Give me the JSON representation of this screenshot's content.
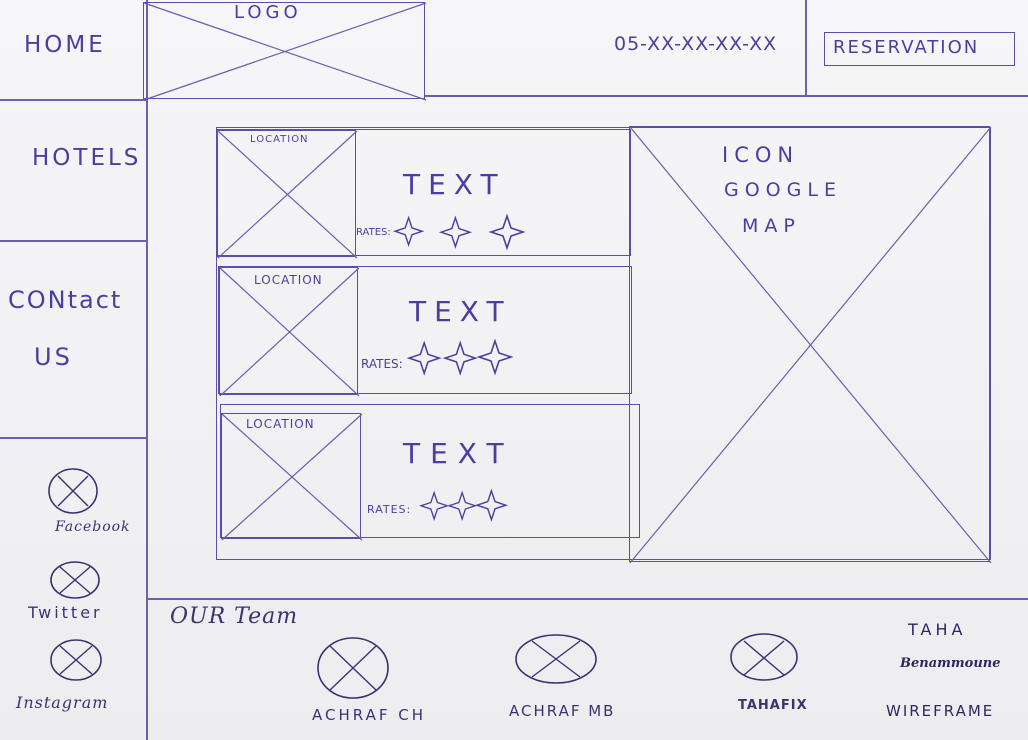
{
  "nav": {
    "home": "HOME",
    "hotels": "HOTELS",
    "contact_line1": "CONtact",
    "contact_line2": "US"
  },
  "header": {
    "logo_label": "LOGO",
    "phone": "05-XX-XX-XX-XX",
    "reservation": "RESERVATION"
  },
  "social": [
    {
      "label": "Facebook"
    },
    {
      "label": "Twitter"
    },
    {
      "label": "Instagram"
    }
  ],
  "hotels": [
    {
      "location": "LOCATION",
      "title": "TEXT",
      "rates_label": "RATES:",
      "stars": 3
    },
    {
      "location": "LOCATION",
      "title": "TEXT",
      "rates_label": "RATES:",
      "stars": 3
    },
    {
      "location": "LOCATION",
      "title": "TEXT",
      "rates_label": "RATES:",
      "stars": 3
    }
  ],
  "map": {
    "line1": "ICON",
    "line2": "GOOGLE",
    "line3": "MAP"
  },
  "team": {
    "heading": "OUR Team",
    "members": [
      {
        "name": "ACHRAF CH"
      },
      {
        "name": "ACHRAF MB"
      },
      {
        "name": "TAHAFIX"
      }
    ],
    "credit_line1": "TAHA",
    "credit_line2": "Benammoune",
    "credit_line3": "WIREFRAME"
  },
  "colors": {
    "ink": "#4a3ea0",
    "paper": "#f3f3f5"
  }
}
